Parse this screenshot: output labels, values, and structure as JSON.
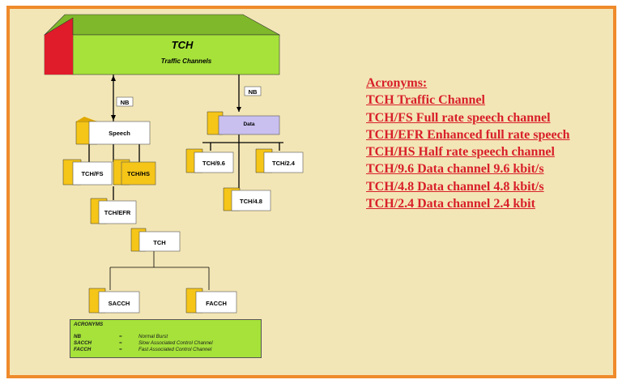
{
  "top_block": {
    "title": "TCH",
    "subtitle": "Traffic Channels"
  },
  "links": {
    "nb_left": "NB",
    "nb_right": "NB"
  },
  "nodes": {
    "speech": "Speech",
    "data": "Data",
    "tch_fs": "TCH/FS",
    "tch_hs": "TCH/HS",
    "tch_efr": "TCH/EFR",
    "tch_96": "TCH/9.6",
    "tch_24": "TCH/2.4",
    "tch_48": "TCH/4.8",
    "tch": "TCH",
    "sacch": "SACCH",
    "facch": "FACCH"
  },
  "legend": {
    "title": "ACRONYMS",
    "rows": [
      {
        "abbr": "NB",
        "eq": "=",
        "def": "Normal Burst"
      },
      {
        "abbr": "SACCH",
        "eq": "=",
        "def": "Slow Associated Control Channel"
      },
      {
        "abbr": "FACCH",
        "eq": "=",
        "def": "Fast Associated Control Channel"
      }
    ]
  },
  "acronyms_panel": [
    "Acronyms:",
    "TCH Traffic Channel",
    "TCH/FS Full rate speech channel",
    "TCH/EFR Enhanced full rate speech",
    "TCH/HS Half rate speech channel",
    "TCH/9.6 Data channel 9.6 kbit/s",
    "TCH/4.8 Data channel 4.8 kbit/s",
    "TCH/2.4 Data channel 2.4 kbit"
  ],
  "colors": {
    "frame_border": "#ef8a2c",
    "background": "#f3e6b6",
    "top_green": "#a6e23a",
    "top_red": "#e01b2a",
    "box_yellow": "#f5c518",
    "data_box": "#c9c0f0",
    "acronym_text": "#d8202a"
  }
}
